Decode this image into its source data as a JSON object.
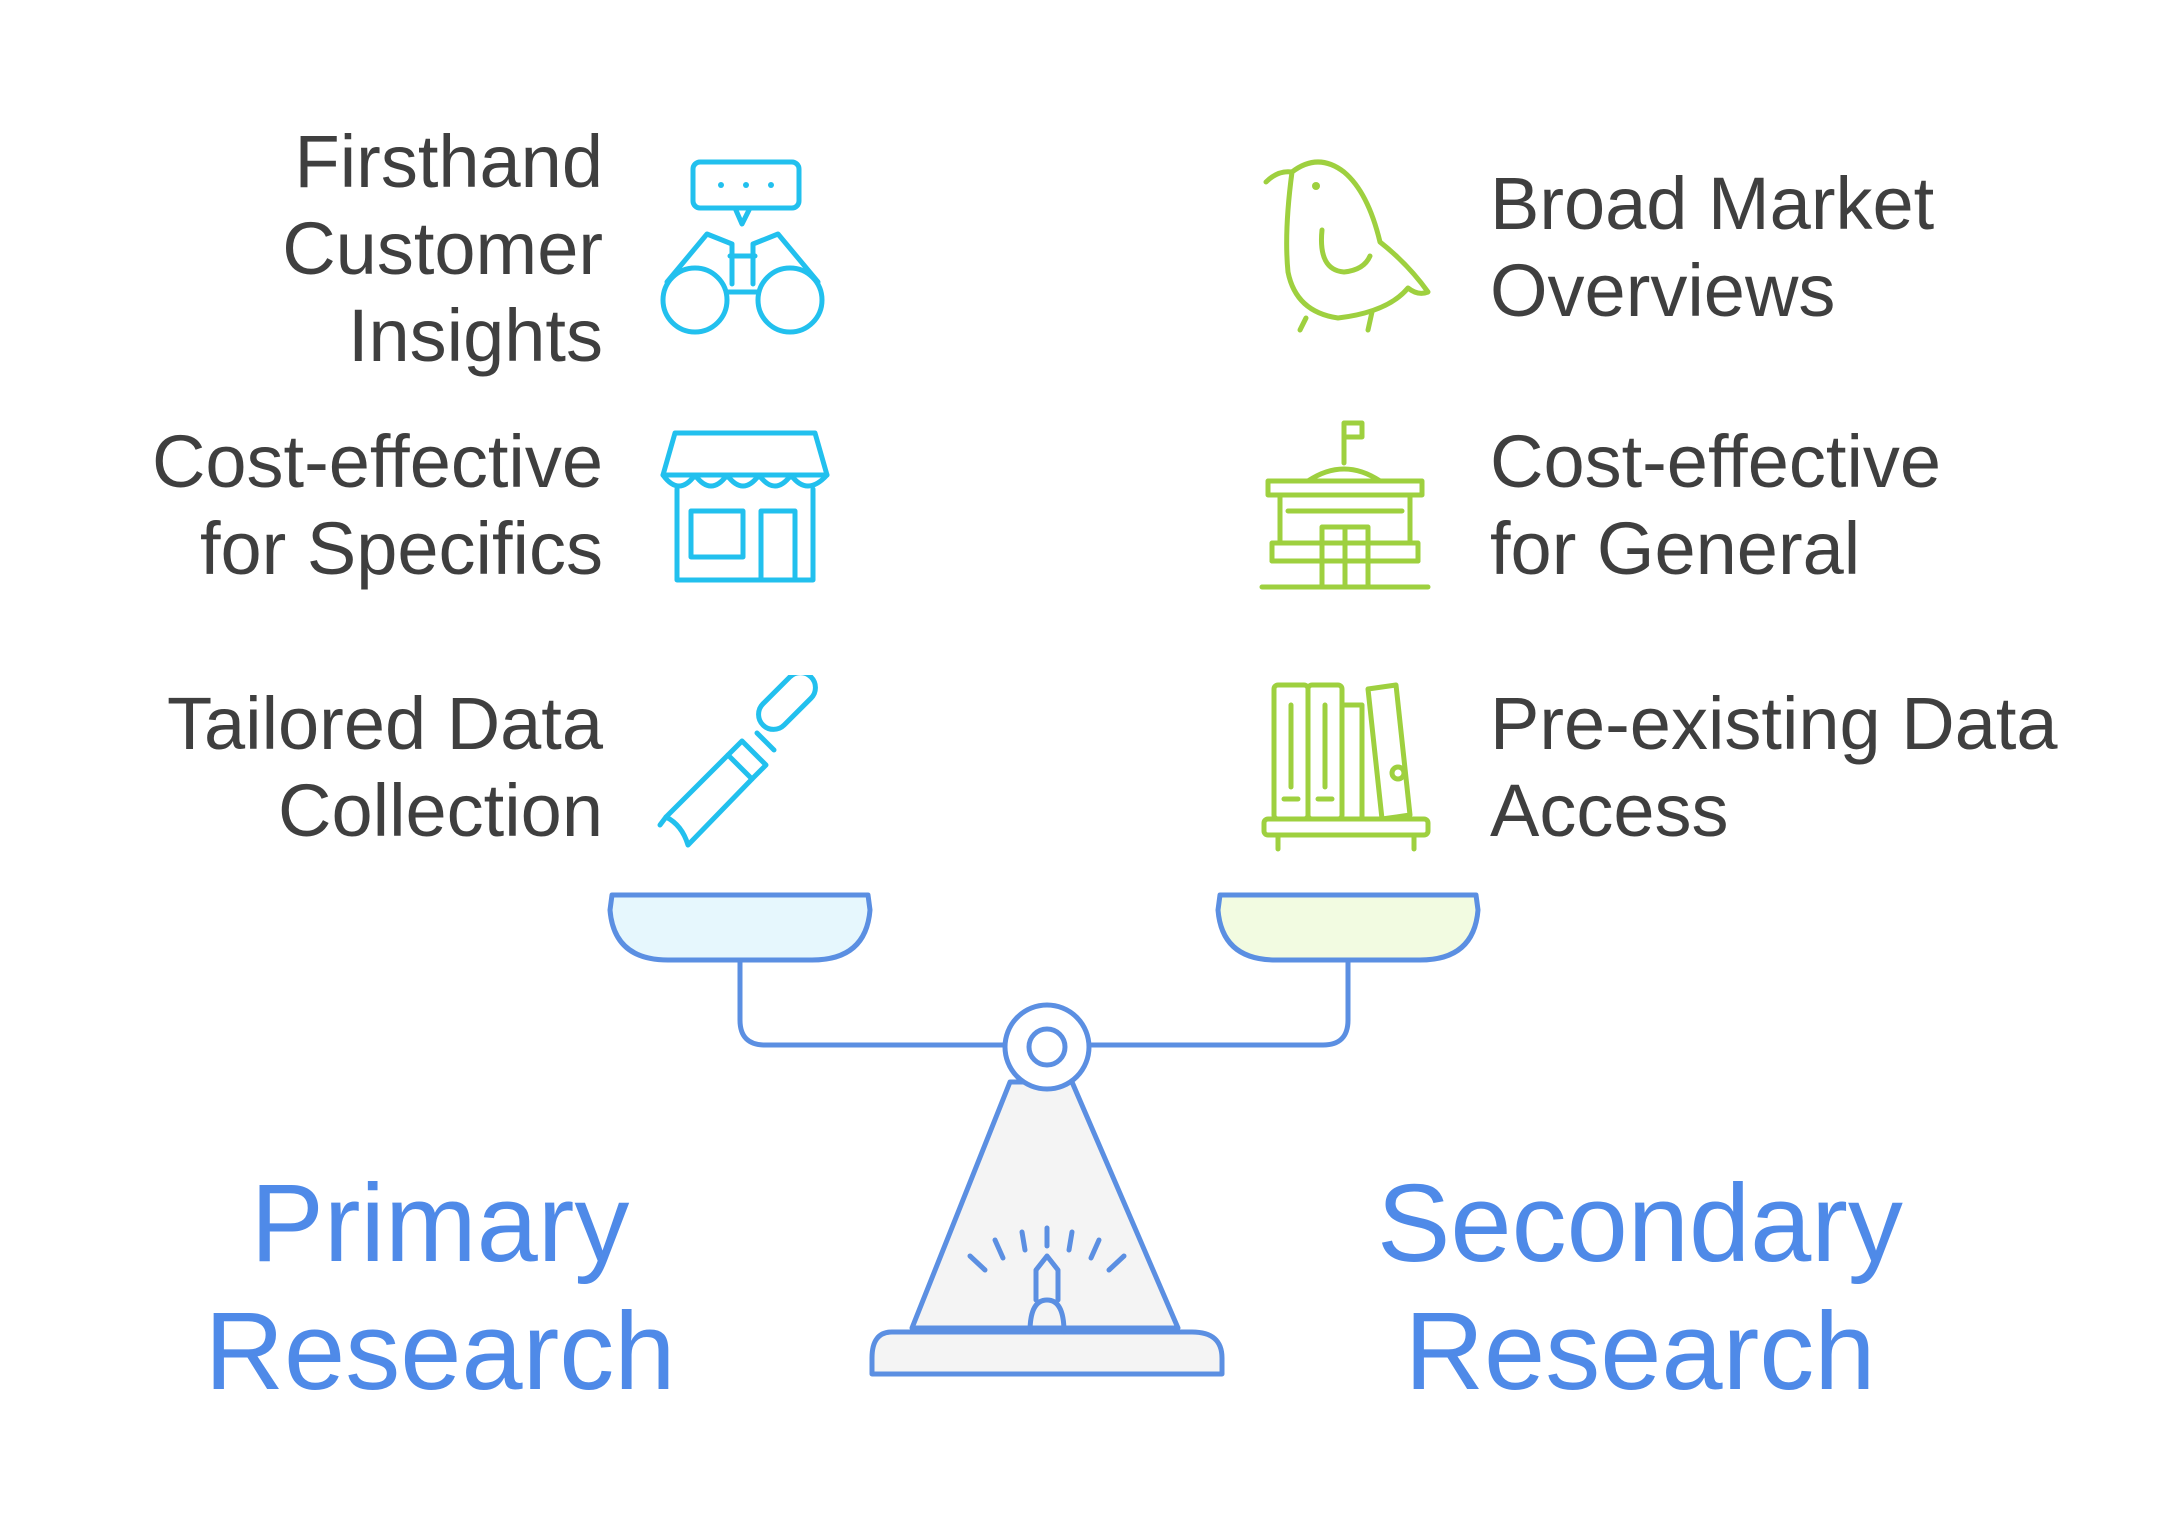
{
  "left_side": {
    "title": "Primary\nResearch",
    "items": [
      {
        "label": "Firsthand\nCustomer\nInsights",
        "icon": "binoculars-chat-icon"
      },
      {
        "label": "Cost-effective\nfor Specifics",
        "icon": "storefront-icon"
      },
      {
        "label": "Tailored Data\nCollection",
        "icon": "screwdriver-icon"
      }
    ],
    "icon_color": "#22c0ee",
    "pan_fill": "#e6f7fd"
  },
  "right_side": {
    "title": "Secondary\nResearch",
    "items": [
      {
        "label": "Broad Market\nOverviews",
        "icon": "bird-icon"
      },
      {
        "label": "Cost-effective\nfor General",
        "icon": "building-icon"
      },
      {
        "label": "Pre-existing Data\nAccess",
        "icon": "bookshelf-icon"
      }
    ],
    "icon_color": "#9ed03f",
    "pan_fill": "#f2fbe1"
  },
  "scale": {
    "icon": "balance-scale-icon",
    "stroke_color": "#5b8fe2",
    "base_fill": "#f4f4f4"
  },
  "colors": {
    "text": "#3f3f3f",
    "title": "#4f8ae8"
  }
}
